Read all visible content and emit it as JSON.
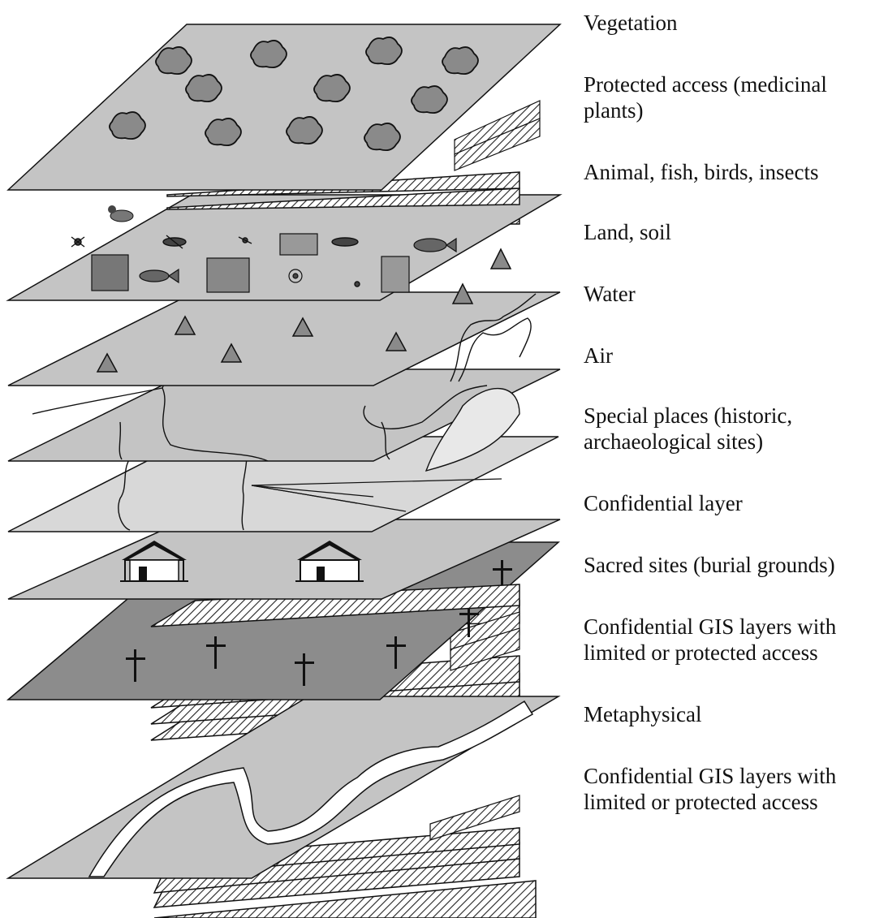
{
  "labels": {
    "vegetation": "Vegetation",
    "protected_access": "Protected access (medicinal plants)",
    "animal": "Animal, fish, birds, insects",
    "land": "Land, soil",
    "water": "Water",
    "air": "Air",
    "special_places": "Special places (historic, archaeological sites)",
    "confidential_layer": "Confidential layer",
    "sacred_sites": "Sacred sites (burial grounds)",
    "confidential_gis_1": "Confidential GIS layers with limited or protected access",
    "metaphysical": "Metaphysical",
    "confidential_gis_2": "Confidential GIS layers with limited or protected access"
  },
  "colors": {
    "plane_fill": "#c4c4c4",
    "plane_light": "#d8d8d8",
    "plane_dark": "#8c8c8c",
    "outline": "#1a1a1a",
    "marker_fill": "#8a8a8a",
    "river": "#ffffff",
    "hatch_fill": "#ffffff"
  },
  "icons": {
    "vegetation": "shrub-icon",
    "land": "triangle-marker-icon",
    "sacred_sites": "house-icon",
    "confidential_gis": "cross-icon"
  }
}
